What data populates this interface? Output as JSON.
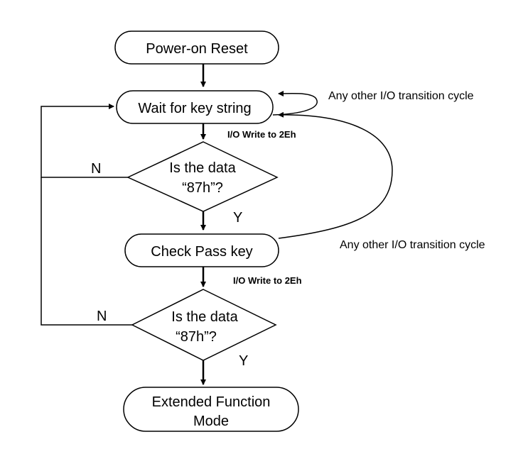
{
  "nodes": {
    "power_on_reset": "Power-on Reset",
    "wait_key_string": "Wait for key string",
    "decision1_line1": "Is the data",
    "decision1_line2": "“87h”?",
    "check_pass_key": "Check Pass key",
    "decision2_line1": "Is the data",
    "decision2_line2": "“87h”?",
    "extended_line1": "Extended Function",
    "extended_line2": "Mode"
  },
  "edges": {
    "io_write_1": "I/O Write to 2Eh",
    "io_write_2": "I/O Write to 2Eh",
    "other_io_1": "Any other I/O transition cycle",
    "other_io_2": "Any other I/O transition cycle",
    "n1": "N",
    "y1": "Y",
    "n2": "N",
    "y2": "Y"
  }
}
